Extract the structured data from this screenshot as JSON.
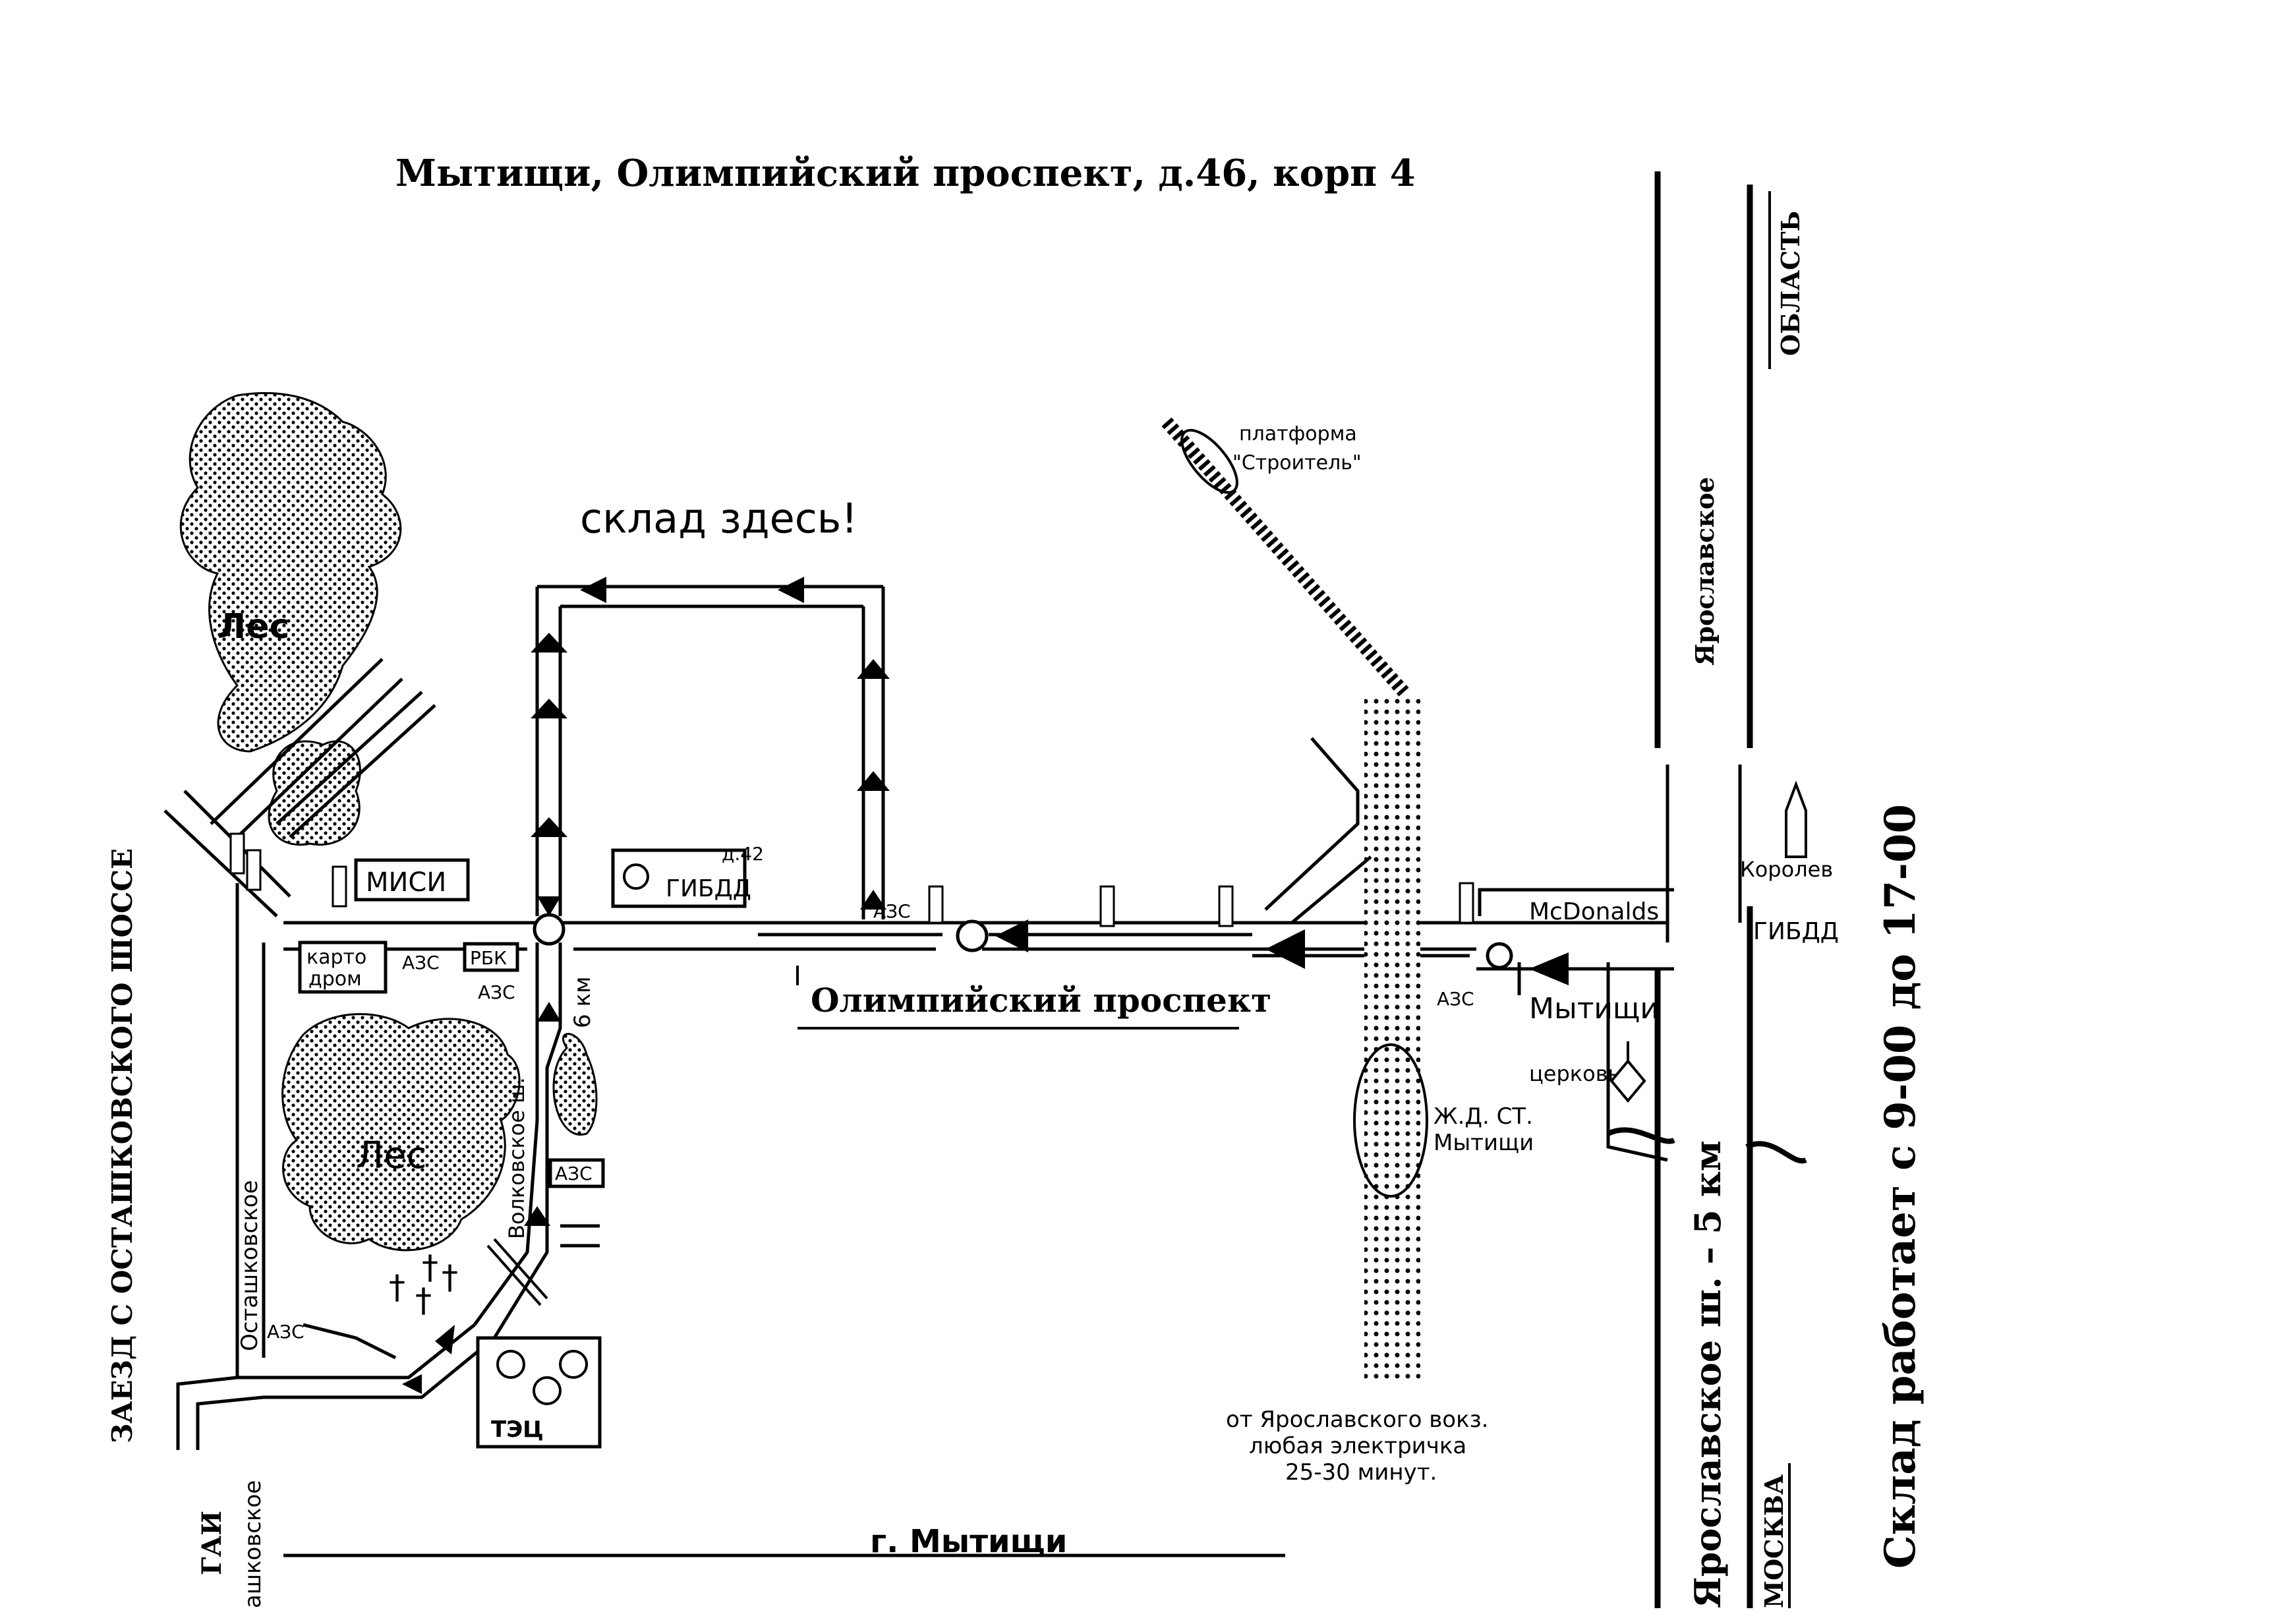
{
  "title": "Мытищи, Олимпийский проспект, д.46, корп 4",
  "warehouse_note": "склад здесь!",
  "hours": "Склад работает с 9-00 до 17-00",
  "side_road": "ЗАЕЗД С ОСТАШКОВСКОГО ШОССЕ",
  "labels": {
    "forest_top": "Лес",
    "forest_bottom": "Лес",
    "misi": "МИСИ",
    "kartodrom_1": "карто",
    "kartodrom_2": "дром",
    "azs": "АЗС",
    "rbk": "РБК",
    "d42": "д.42",
    "gibdd": "ГИБДД",
    "olympic": "Олимпийский проспект",
    "platform_1": "платформа",
    "platform_2": "\"Строитель\"",
    "yaroslavskoe_top": "Ярославское",
    "oblast": "ОБЛАСТЬ",
    "korolev": "Королев",
    "mcdonalds": "McDonalds",
    "mytishchi": "Мытищи",
    "church": "церковь",
    "station_1": "Ж.Д. СТ.",
    "station_2": "Мытищи",
    "km6": "6 км",
    "volkovskoe": "Волковское ш.",
    "ostashkovskoe": "Осташковское",
    "ostashkovskoe_2": "ашковское",
    "gai": "ГАИ",
    "tec": "ТЭЦ",
    "train_1": "от Ярославского вокз.",
    "train_2": "любая электричка",
    "train_3": "25-30 минут.",
    "city": "г. Мытищи",
    "yaroslavskoe_5km": "Ярославское ш. – 5 км",
    "moskva": "МОСКВА"
  }
}
